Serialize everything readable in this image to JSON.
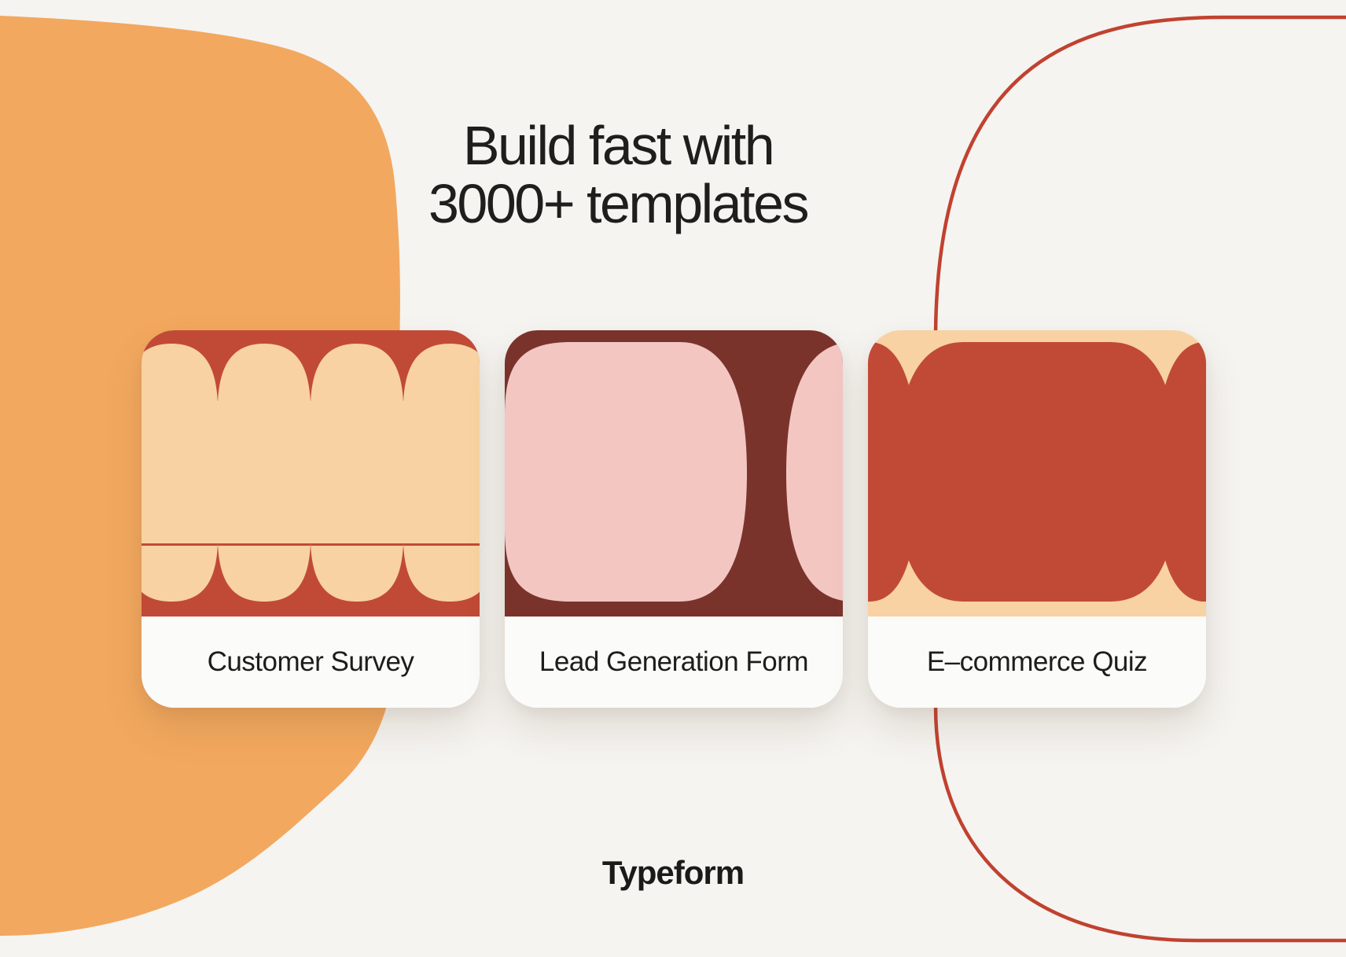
{
  "title": {
    "line1": "Build fast with",
    "line2": "3000+ templates"
  },
  "brand": {
    "name": "Typeform"
  },
  "cards": [
    {
      "label": "Customer Survey",
      "illustration": "scalloped-arch-pattern"
    },
    {
      "label": "Lead Generation Form",
      "illustration": "two-rounded-panels"
    },
    {
      "label": "E–commerce Quiz",
      "illustration": "rounded-panel-row"
    }
  ],
  "colors": {
    "background": "#f5f4f1",
    "orange_blob": "#f2a85e",
    "red_line": "#c0422f",
    "card1_red": "#c14a37",
    "card1_cream": "#f8d2a2",
    "card2_maroon": "#7a332b",
    "card2_pink": "#f3c6c2",
    "card3_red": "#c14a37",
    "card3_cream": "#f8d2a2",
    "card_label_bg": "#fbfbf9",
    "title_text": "#1e1e1c",
    "label_text": "#1d1d1b"
  }
}
